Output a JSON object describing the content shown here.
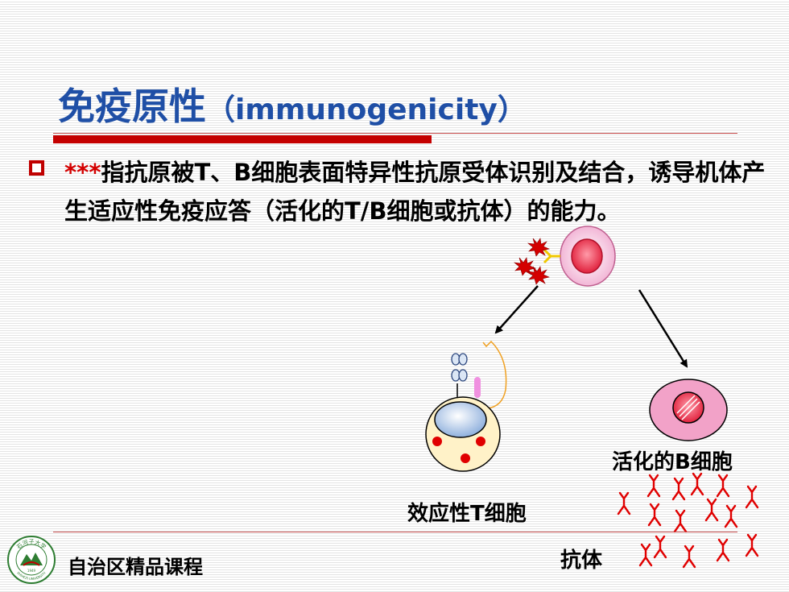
{
  "slide": {
    "title_cn": "免疫原性",
    "title_en": "（immunogenicity）",
    "bullet_marker": "***",
    "bullet_text": "指抗原被T、B细胞表面特异性抗原受体识别及结合，诱导机体产生适应性免疫应答（活化的T/B细胞或抗体）的能力。"
  },
  "diagram": {
    "activated_b_label": "活化的B细胞",
    "effector_t_label": "效应性T细胞",
    "antibody_label": "抗体"
  },
  "footer": {
    "course_label": "自治区精品课程",
    "logo_text": "石河子大学",
    "logo_sub": "SHIHEZI UNIVERSITY",
    "logo_year": "1949"
  },
  "colors": {
    "title": "#1f4fa6",
    "accent_red": "#c40000",
    "antibody_red": "#e00000",
    "cell_pink": "#f2a2c8",
    "t_cell_fill": "#fff2c8",
    "nucleus_blue": "#a9c3e6"
  }
}
